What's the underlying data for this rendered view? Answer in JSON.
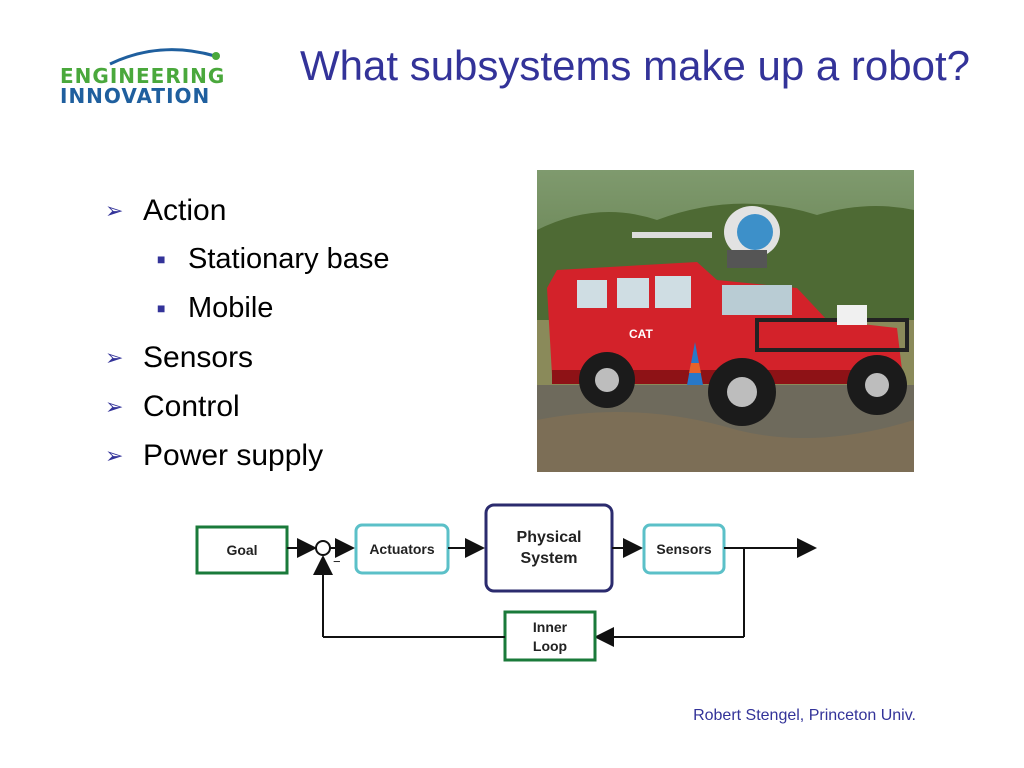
{
  "logo": {
    "line1": "ENGINEERING",
    "line2": "INNOVATION"
  },
  "title": "What subsystems make up a robot?",
  "bullets": [
    {
      "text": "Action",
      "sub": [
        "Stationary base",
        "Mobile"
      ]
    },
    {
      "text": "Sensors",
      "sub": []
    },
    {
      "text": "Control",
      "sub": []
    },
    {
      "text": "Power supply",
      "sub": []
    }
  ],
  "photo": {
    "vehicle_text": "CAT"
  },
  "diagram": {
    "goal": "Goal",
    "minus": "−",
    "actuators": "Actuators",
    "physical_line1": "Physical",
    "physical_line2": "System",
    "sensors": "Sensors",
    "inner_line1": "Inner",
    "inner_line2": "Loop"
  },
  "credit": "Robert Stengel, Princeton Univ.",
  "colors": {
    "title": "#333399",
    "bullet_marker": "#333399",
    "goal_box": "#1a7a3a",
    "actuator_box": "#5bc0c8",
    "physical_box": "#2b2b6e"
  }
}
